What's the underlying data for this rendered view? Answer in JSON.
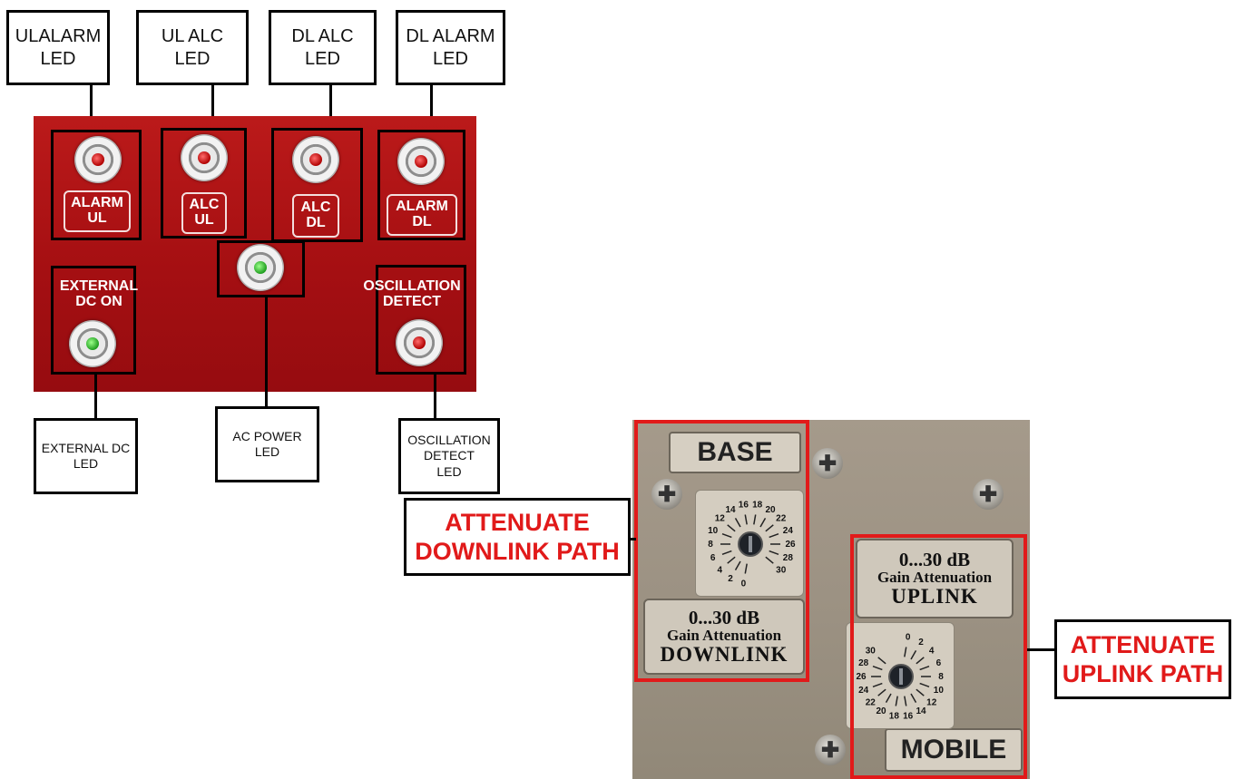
{
  "callouts_top": [
    {
      "key": "ul_alarm",
      "text": "ULALARM\nLED"
    },
    {
      "key": "ul_alc",
      "text": "UL ALC\nLED"
    },
    {
      "key": "dl_alc",
      "text": "DL ALC\nLED"
    },
    {
      "key": "dl_alarm",
      "text": "DL ALARM\nLED"
    }
  ],
  "callouts_bottom": [
    {
      "key": "external_dc",
      "text": "EXTERNAL DC\nLED"
    },
    {
      "key": "ac_power",
      "text": "AC POWER\nLED"
    },
    {
      "key": "oscillation",
      "text": "OSCILLATION\nDETECT\nLED"
    }
  ],
  "panel_labels": {
    "alarm_ul": "ALARM\nUL",
    "alc_ul": "ALC\nUL",
    "alc_dl": "ALC\nDL",
    "alarm_dl": "ALARM\nDL",
    "external_dc_on": "EXTERNAL\nDC ON",
    "oscillation_detect": "OSCILLATION\nDETECT"
  },
  "led_colors": {
    "ul_alarm": "red",
    "ul_alc": "red",
    "dl_alc": "red",
    "dl_alarm": "red",
    "ac_power": "green",
    "external_dc": "green",
    "oscillation": "red"
  },
  "gain_panel": {
    "base_label": "BASE",
    "mobile_label": "MOBILE",
    "downlink_plate": {
      "range": "0...30 dB",
      "caption": "Gain Attenuation",
      "direction": "DOWNLINK"
    },
    "uplink_plate": {
      "range": "0...30 dB",
      "caption": "Gain Attenuation",
      "direction": "UPLINK"
    },
    "dial_ticks": [
      "0",
      "2",
      "4",
      "6",
      "8",
      "10",
      "12",
      "14",
      "16",
      "18",
      "20",
      "22",
      "24",
      "26",
      "28",
      "30"
    ]
  },
  "red_callouts": {
    "downlink": "ATTENUATE\nDOWNLINK PATH",
    "uplink": "ATTENUATE\nUPLINK PATH"
  },
  "colors": {
    "callout_red": "#e11a1a",
    "panel_red": "#a50f12",
    "led_red": "#b00000",
    "led_green": "#1e9d1e"
  }
}
